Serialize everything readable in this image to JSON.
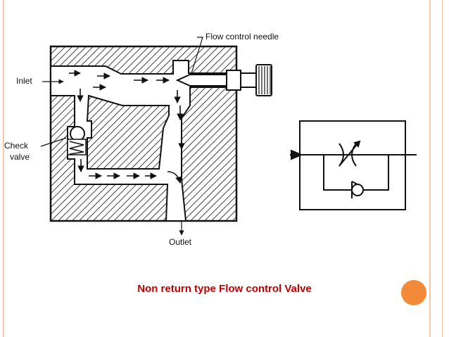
{
  "labels": {
    "flow_control_needle": "Flow control needle",
    "inlet": "Inlet",
    "check_line1": "Check",
    "check_line2": "valve",
    "outlet": "Outlet"
  },
  "caption": "Non return type Flow control Valve",
  "colors": {
    "caption": "#c00000",
    "accent_dot": "#f28a3a",
    "frame_line": "#f4c9a8",
    "ink": "#111111"
  }
}
